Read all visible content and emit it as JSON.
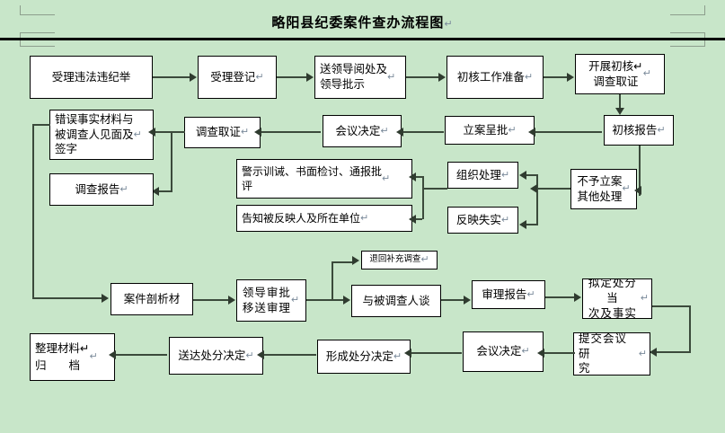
{
  "document": {
    "title": "略阳县纪委案件查办流程图",
    "title_mark": "↵",
    "background_color": "#c8e6c9",
    "box_fill_color": "#ffffff",
    "line_color": "#3b4a3b"
  },
  "rows": {
    "row1": [
      {
        "text": "受理违法违纪举",
        "mark": ""
      },
      {
        "text": "受理登记",
        "mark": "↵"
      },
      {
        "text": "送领导阅处及\n领导批示",
        "mark": "↵"
      },
      {
        "text": "初核工作准备",
        "mark": "↵"
      },
      {
        "text": "开展初核↵\n调查取证",
        "mark": "↵"
      }
    ],
    "row2": [
      {
        "text": "错误事实材料与\n被调查人见面及\n签字",
        "mark": "↵"
      },
      {
        "text": "调查取证",
        "mark": "↵"
      },
      {
        "text": "会议决定",
        "mark": "↵"
      },
      {
        "text": "立案呈批",
        "mark": "↵"
      },
      {
        "text": "初核报告",
        "mark": "↵"
      }
    ],
    "row3": [
      {
        "text": "调查报告",
        "mark": "↵"
      },
      {
        "text": "警示训诫、书面检讨、通报批\n评",
        "mark": "↵"
      },
      {
        "text": "告知被反映人及所在单位",
        "mark": "↵"
      },
      {
        "text": "组织处理",
        "mark": "↵"
      },
      {
        "text": "反映失实",
        "mark": "↵"
      },
      {
        "text": "不予立案\n其他处理",
        "mark": "↵"
      }
    ],
    "row4": [
      {
        "text": "案件剖析材",
        "mark": ""
      },
      {
        "text": "领导审批\n移送审理",
        "mark": "↵"
      },
      {
        "text": "退回补充调查",
        "mark": "↵"
      },
      {
        "text": "与被调查人谈",
        "mark": ""
      },
      {
        "text": "审理报告",
        "mark": "↵"
      },
      {
        "text": "拟定处分当\n次及事实",
        "mark": "↵"
      }
    ],
    "row5": [
      {
        "text": "整理材料↵\n归　　档",
        "mark": "↵"
      },
      {
        "text": "送达处分决定",
        "mark": "↵"
      },
      {
        "text": "形成处分决定",
        "mark": "↵"
      },
      {
        "text": "会议决定",
        "mark": "↵"
      },
      {
        "text": "提交会议研\n究",
        "mark": "↵"
      }
    ]
  }
}
